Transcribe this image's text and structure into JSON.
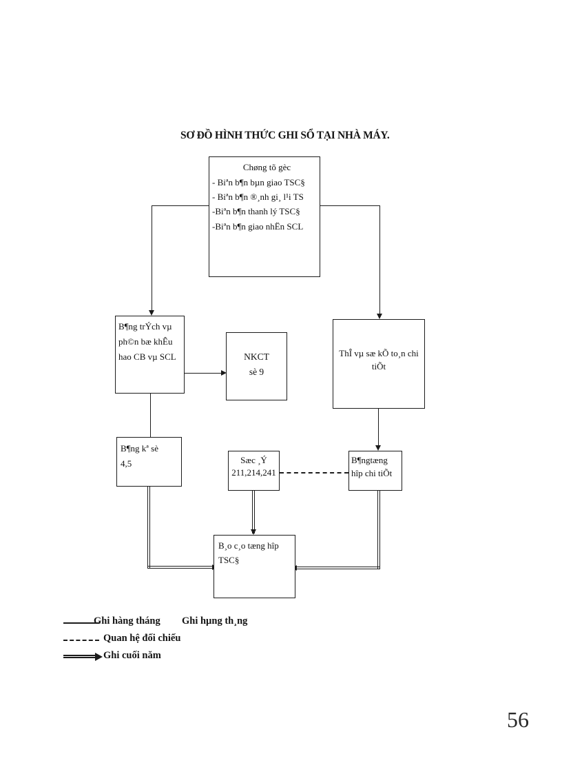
{
  "document": {
    "page_number": "56",
    "diagram_title": "SƠ ĐỒ HÌNH THỨC GHI SỔ TẠI NHÀ MÁY."
  },
  "diagram": {
    "boxes": {
      "source_documents": {
        "name": "chung-tu-goc",
        "heading": "Chøng tõ gèc",
        "items": [
          "-  Biªn b¶n bµn giao  TSC§",
          "- Biªn b¶n ®¸nh gi¸ l¹i TS",
          "-Biªn b¶n thanh lý TSC§",
          "-Biªn b¶n giao nhËn SCL"
        ]
      },
      "depreciation_table": {
        "lines": [
          "B¶ng trÝch vµ",
          "ph©n bæ khÊu",
          "hao CB vµ SCL"
        ]
      },
      "nkct": {
        "lines": [
          "NKCT",
          "sè 9"
        ]
      },
      "detail_cards": {
        "lines": [
          "ThÎ vµ sæ kÕ to¸n chi",
          "tiÕt"
        ]
      },
      "summary_sheet": {
        "lines": [
          "B¶ng kª sè",
          "  4,5"
        ]
      },
      "general_ledger": {
        "lines": [
          "Sæc ¸Ý",
          "211,214,241"
        ]
      },
      "detail_aggregate": {
        "lines": [
          "B¶ngtæng",
          "hîp chi tiÕt"
        ]
      },
      "report": {
        "lines": [
          "B¸o c¸o tæng hîp",
          "TSC§"
        ]
      }
    }
  },
  "legend": {
    "rows": [
      {
        "symbol": "solid-line",
        "label": "Ghi hàng tháng",
        "label_secondary": "Ghi hµng th¸ng"
      },
      {
        "symbol": "dashed-line",
        "label": "Quan hệ đối chiếu",
        "label_secondary": ""
      },
      {
        "symbol": "double-arrow",
        "label": "Ghi cuối năm",
        "label_secondary": ""
      }
    ]
  }
}
